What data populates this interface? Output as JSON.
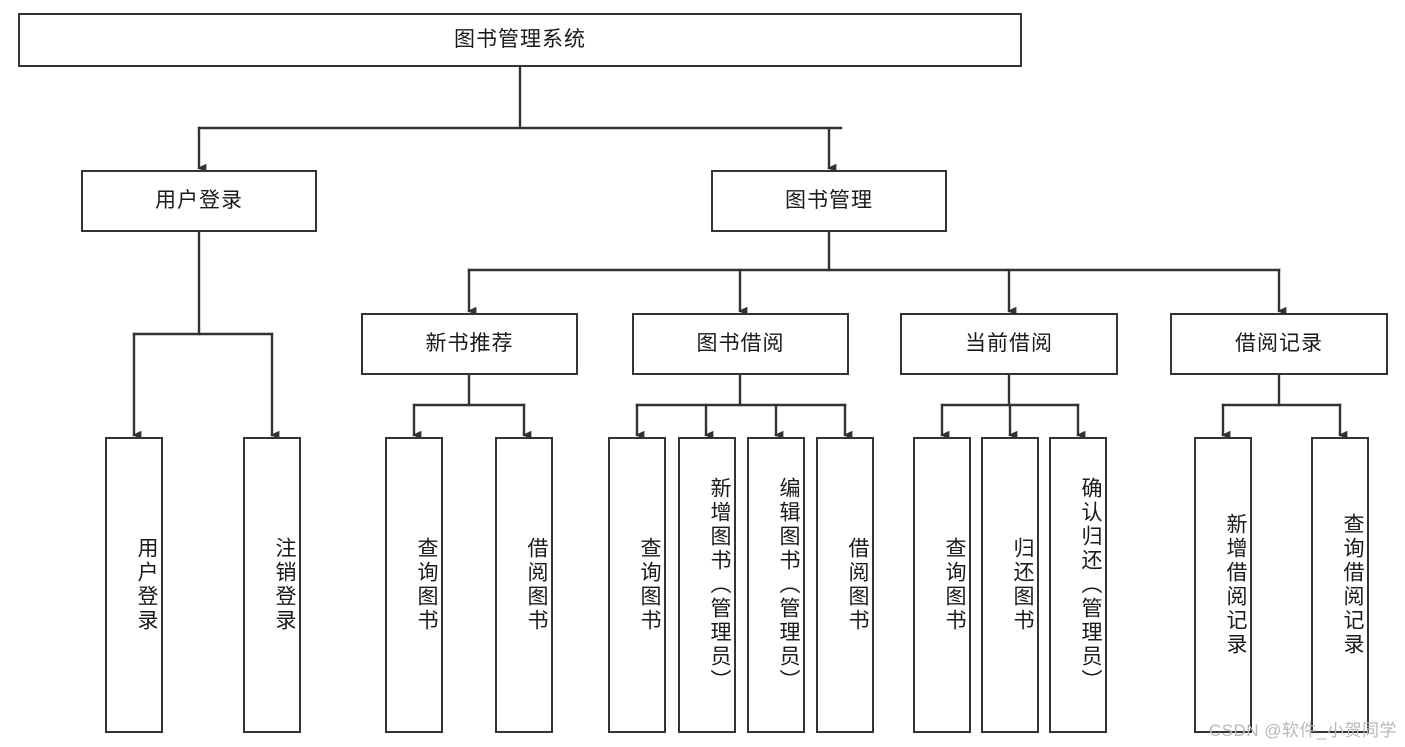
{
  "diagram": {
    "title": "图书管理系统",
    "type": "tree-hierarchy",
    "watermark": "CSDN @软件_小贺同学",
    "colors": {
      "stroke": "#333333",
      "fill": "#ffffff",
      "text": "#1a1a1a",
      "watermark": "#b8b8b8"
    },
    "root": {
      "label": "图书管理系统"
    },
    "level2": [
      {
        "label": "用户登录"
      },
      {
        "label": "图书管理"
      }
    ],
    "level3": [
      {
        "label": "新书推荐"
      },
      {
        "label": "图书借阅"
      },
      {
        "label": "当前借阅"
      },
      {
        "label": "借阅记录"
      }
    ],
    "leaves": {
      "user_login": [
        {
          "label": "用户登录"
        },
        {
          "label": "注销登录"
        }
      ],
      "new_book_recommend": [
        {
          "label": "查询图书"
        },
        {
          "label": "借阅图书"
        }
      ],
      "book_borrow": [
        {
          "label": "查询图书"
        },
        {
          "label": "新增图书（管理员）"
        },
        {
          "label": "编辑图书（管理员）"
        },
        {
          "label": "借阅图书"
        }
      ],
      "current_borrow": [
        {
          "label": "查询图书"
        },
        {
          "label": "归还图书"
        },
        {
          "label": "确认归还（管理员）"
        }
      ],
      "borrow_record": [
        {
          "label": "新增借阅记录"
        },
        {
          "label": "查询借阅记录"
        }
      ]
    }
  }
}
